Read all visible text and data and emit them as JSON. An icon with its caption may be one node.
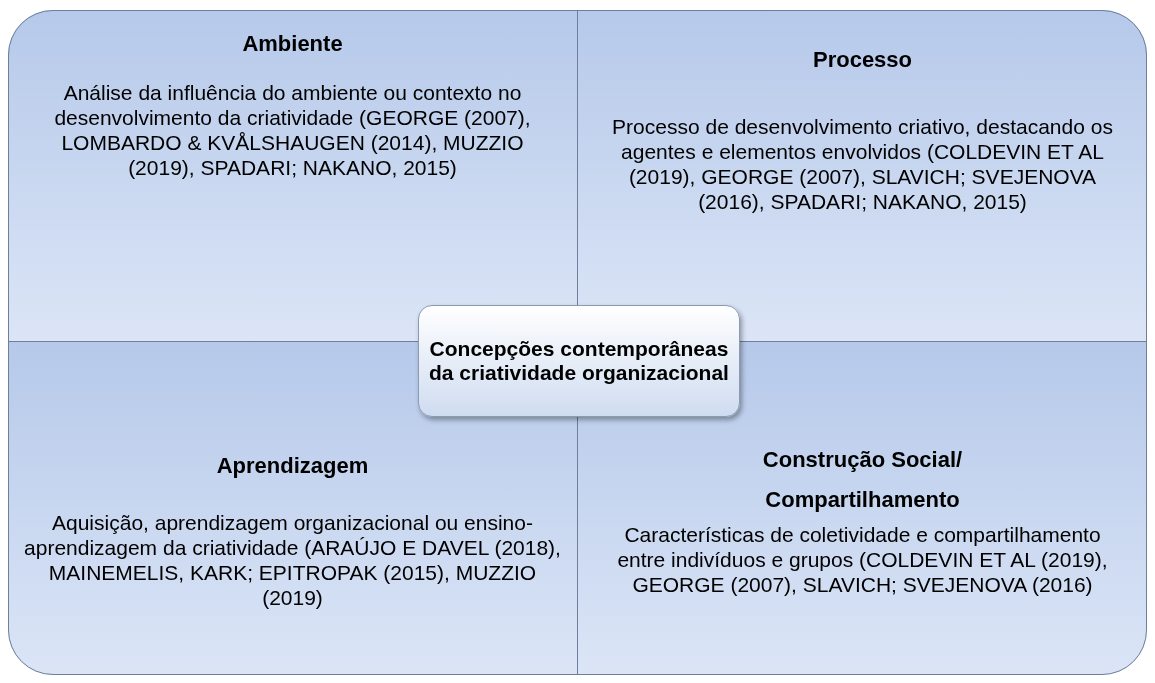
{
  "diagram": {
    "nodes": [
      {
        "text": [
          "Ambiente",
          "Análise da influência do ambiente ou contexto no desenvolvimento da criatividade (GEORGE (2007), LOMBARDO & KVÅLSHAUGEN (2014), MUZZIO (2019), SPADARI; NAKANO, 2015)"
        ]
      },
      {
        "text": [
          "Processo",
          "Processo de desenvolvimento criativo, destacando os agentes e elementos envolvidos (COLDEVIN ET AL (2019), GEORGE (2007), SLAVICH; SVEJENOVA (2016), SPADARI; NAKANO, 2015)"
        ]
      },
      {
        "text": [
          "Aprendizagem",
          "Aquisição, aprendizagem organizacional ou ensino-aprendizagem da criatividade (ARAÚJO E DAVEL (2018), MAINEMELIS, KARK; EPITROPAK (2015), MUZZIO (2019)"
        ]
      },
      {
        "text": [
          "Construção Social/ Compartilhamento",
          "Características de coletividade e compartilhamento entre indivíduos e grupos (COLDEVIN ET AL (2019), GEORGE (2007), SLAVICH; SVEJENOVA (2016)"
        ]
      },
      {
        "text": [
          "Concepções contemporâneas da criatividade organizacional"
        ]
      }
    ]
  }
}
